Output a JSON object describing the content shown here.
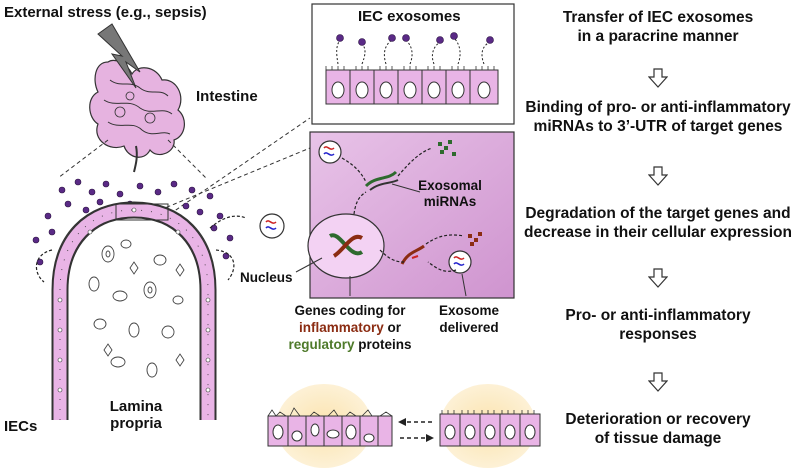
{
  "labels": {
    "external_stress": "External stress (e.g., sepsis)",
    "intestine": "Intestine",
    "iecs": "IECs",
    "lamina_propria_1": "Lamina",
    "lamina_propria_2": "propria",
    "iec_exosomes": "IEC exosomes",
    "exosomal_mirnas_1": "Exosomal",
    "exosomal_mirnas_2": "miRNAs",
    "nucleus": "Nucleus",
    "genes_line1": "Genes coding for",
    "genes_inflammatory": "inflammatory",
    "genes_or": " or",
    "genes_regulatory": "regulatory",
    "genes_proteins": " proteins",
    "exosome_delivered_1": "Exosome",
    "exosome_delivered_2": "delivered"
  },
  "steps": [
    {
      "line1": "Transfer of IEC exosomes",
      "line2": "in a paracrine manner"
    },
    {
      "line1": "Binding of pro- or anti-inflammatory",
      "line2": "miRNAs to 3’-UTR of target genes"
    },
    {
      "line1": "Degradation of the target genes and",
      "line2": "decrease in their cellular expression"
    },
    {
      "line1": "Pro- or anti-inflammatory",
      "line2": "responses"
    },
    {
      "line1": "Deterioration or recovery",
      "line2": "of tissue damage"
    }
  ],
  "colors": {
    "cell_fill": "#e9b4e6",
    "panel_fill": "#d9a6d9",
    "exosome_dot": "#5a2a86",
    "inflammatory": "#8b2c12",
    "regulatory": "#4e7a2a",
    "glow": "#fbe6b8"
  },
  "icons": [
    "lightning-icon",
    "down-arrow-icon",
    "exosome-icon",
    "mirna-icon",
    "nucleus-icon"
  ]
}
